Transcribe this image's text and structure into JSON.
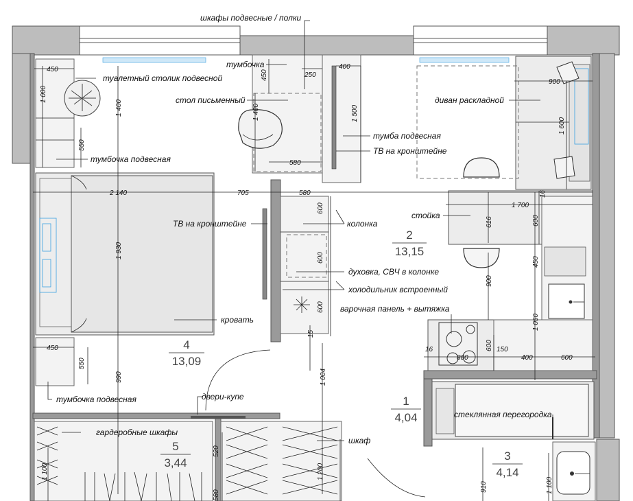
{
  "labels": {
    "wall_cabinets": "шкафы подвесные / полки",
    "nightstand_top": "тумбочка",
    "vanity": "туалетный столик подвесной",
    "desk": "стол письменный",
    "sofa": "диван раскладной",
    "hanging_cabinet": "тумба подвесная",
    "tv_bracket_right": "ТВ на кронштейне",
    "hanging_nightstand_1": "тумбочка подвесная",
    "tv_bracket_left": "ТВ на кронштейне",
    "column": "колонка",
    "bar_counter": "стойка",
    "oven": "духовка, СВЧ в колонке",
    "fridge": "холодильник встроенный",
    "hob": "варочная панель + вытяжка",
    "bed": "кровать",
    "sliding_doors": "двери-купе",
    "hanging_nightstand_2": "тумбочка подвесная",
    "wardrobes": "гардеробные шкафы",
    "wardrobe": "шкаф",
    "glass_partition": "стеклянная перегородка"
  },
  "rooms": [
    {
      "number": "2",
      "area": "13,15"
    },
    {
      "number": "4",
      "area": "13,09"
    },
    {
      "number": "1",
      "area": "4,04"
    },
    {
      "number": "5",
      "area": "3,44"
    },
    {
      "number": "3",
      "area": "4,14"
    }
  ],
  "dims": {
    "d450a": "450",
    "d1000": "1 000",
    "d1400a": "1 400",
    "d550a": "550",
    "d450b": "450",
    "d250": "250",
    "d1400b": "1 400",
    "d580a": "580",
    "d400a": "400",
    "d1500": "1 500",
    "d900a": "900",
    "d1600": "1 600",
    "d2140": "2 140",
    "d705": "705",
    "d580b": "580",
    "d1700": "1 700",
    "d16a": "16",
    "d600a": "600",
    "d616": "616",
    "d600b": "600",
    "d1930": "1 930",
    "d600c": "600",
    "d450c": "450",
    "d600d": "600",
    "d900b": "900",
    "d15": "15",
    "d1050": "1 050",
    "d450d": "450",
    "d550b": "550",
    "d16b": "16",
    "d800": "800",
    "d600e": "600",
    "d150": "150",
    "d400b": "400",
    "d600f": "600",
    "d990": "990",
    "d1004": "1 004",
    "d520": "520",
    "d1100a": "1 100",
    "d1200": "1 200",
    "d580c": "580",
    "d910": "910",
    "d1100b": "1 100"
  }
}
